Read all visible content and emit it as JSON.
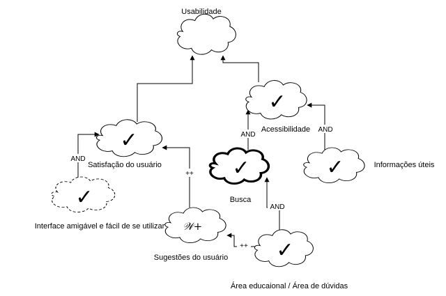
{
  "nodes": {
    "usabilidade": {
      "label": "Usabilidade",
      "mark": ""
    },
    "acessibilidade": {
      "label": "Acessibilidade",
      "mark": "✓"
    },
    "satisfacao": {
      "label": "Satisfação do usuário",
      "mark": "✓"
    },
    "busca": {
      "label": "Busca",
      "mark": "✓"
    },
    "informacoes": {
      "label": "Informações úteis",
      "mark": "✓"
    },
    "interface": {
      "label": "Interface amigável e fácil de se utilizar",
      "mark": "✓"
    },
    "sugestoes": {
      "label": "Sugestões do usuário",
      "mark": "𝒲+"
    },
    "area": {
      "label": "Área educaional / Área de dúvidas",
      "mark": "✓"
    }
  },
  "edges": {
    "sat_to_usab": {
      "label": ""
    },
    "acess_to_usab": {
      "label": ""
    },
    "busca_to_acess": {
      "label": "AND"
    },
    "info_to_acess": {
      "label": "AND"
    },
    "iface_to_sat": {
      "label": "AND"
    },
    "sug_to_sat": {
      "label": "++"
    },
    "area_to_busca": {
      "label": "AND"
    },
    "area_to_sug": {
      "label": "++"
    }
  },
  "colors": {
    "stroke": "#000000",
    "fill": "#ffffff"
  },
  "icons": {
    "satisficed": "checkmark-icon",
    "weak_positive": "w-plus-icon"
  }
}
